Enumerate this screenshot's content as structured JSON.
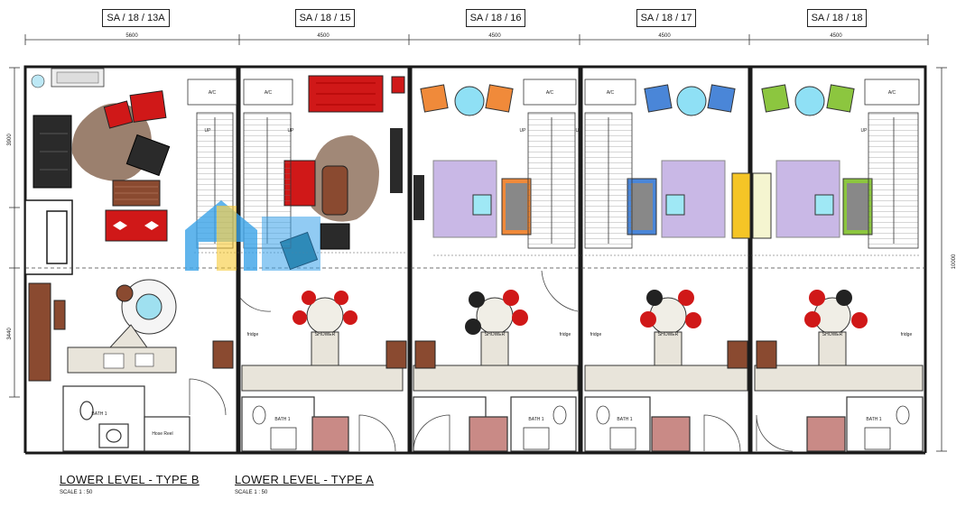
{
  "units": [
    {
      "tag": "SA / 18 / 13A",
      "width_dim": "5600"
    },
    {
      "tag": "SA / 18 / 15",
      "width_dim": "4500"
    },
    {
      "tag": "SA / 18 / 16",
      "width_dim": "4500"
    },
    {
      "tag": "SA / 18 / 17",
      "width_dim": "4500"
    },
    {
      "tag": "SA / 18 / 18",
      "width_dim": "4500"
    }
  ],
  "side_dims": {
    "upper": "3900",
    "lower": "3440",
    "overall": "10000"
  },
  "labels": {
    "ac": "A/C",
    "up": "UP",
    "fridge": "fridge",
    "bath": "BATH 1",
    "hose_reel": "Hose Reel",
    "shower": "SHOWER"
  },
  "captions": {
    "type_b": {
      "title": "LOWER LEVEL - TYPE B",
      "scale": "SCALE 1 : 50"
    },
    "type_a": {
      "title": "LOWER LEVEL - TYPE A",
      "scale": "SCALE 1 : 50"
    }
  },
  "colors": {
    "wall": "#1a1a1a",
    "sofa_red": "#d01818",
    "sofa_dark": "#2a2a2a",
    "rug_lavender": "#c9b8e6",
    "rug_hide": "#8a6a55",
    "tile_pink": "#c98a86",
    "orange": "#f08a3a",
    "blue": "#4a86d8",
    "green": "#8cc63f",
    "yellow": "#f5c526",
    "cyan": "#66d3ef",
    "watermark": "#3aa3e8"
  }
}
